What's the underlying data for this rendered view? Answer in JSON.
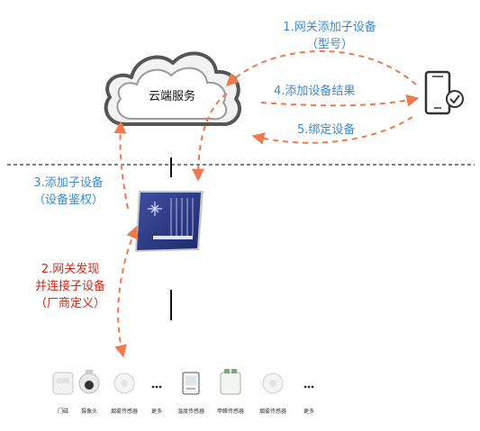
{
  "cloud": {
    "label": "云端服务",
    "icon": "cloud-icon"
  },
  "phone": {
    "icon": "smartphone-check-icon"
  },
  "gateway": {
    "icon": "gateway-icon"
  },
  "steps": {
    "step1": [
      "1.网关添加子设备",
      "（型号）"
    ],
    "step3": [
      "3.添加子设备",
      "（设备鉴权）"
    ],
    "step2": [
      "2.网关发现",
      "并连接子设备",
      "（厂商定义）"
    ],
    "step4": "4.添加设备结果",
    "step5": "5.绑定设备"
  },
  "devices": [
    {
      "label": "门磁",
      "icon": "door-sensor-icon"
    },
    {
      "label": "摄像头",
      "icon": "camera-icon"
    },
    {
      "label": "烟雾传感器",
      "icon": "smoke-sensor-icon"
    },
    {
      "label": "更多",
      "icon": "more-dots-icon"
    },
    {
      "label": "温度传感器",
      "icon": "temperature-sensor-icon"
    },
    {
      "label": "甲醛传感器",
      "icon": "formaldehyde-sensor-icon"
    },
    {
      "label": "烟雾传感器",
      "icon": "smoke-sensor-icon"
    },
    {
      "label": "更多",
      "icon": "more-dots-icon"
    }
  ],
  "colors": {
    "blue_text": "#3b8bd0",
    "red_text": "#cf2a1c",
    "arrow": "#f07a4f",
    "cloud_outline": "#555555",
    "gateway_fill": "#2d3b86"
  }
}
